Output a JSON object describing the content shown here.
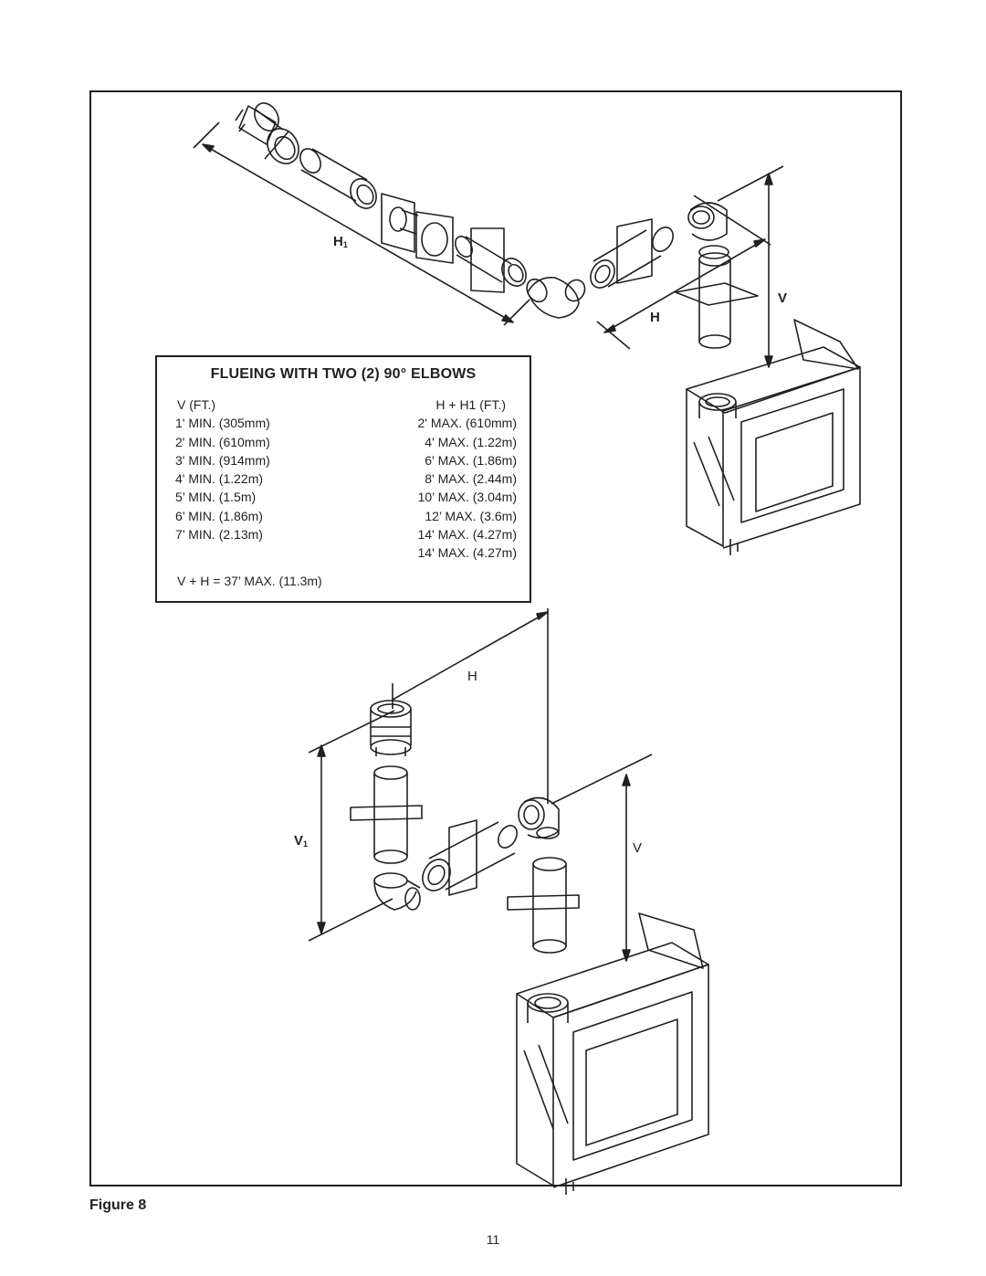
{
  "table": {
    "title": "FLUEING WITH TWO (2) 90° ELBOWS",
    "header_v": "V (FT.)",
    "header_h": "H + H1 (FT.)",
    "v_values": [
      "1' MIN. (305mm)",
      "2' MIN. (610mm)",
      "3' MIN. (914mm)",
      "4' MIN. (1.22m)",
      "5’ MIN. (1.5m)",
      "6’ MIN. (1.86m)",
      "7’ MIN. (2.13m)"
    ],
    "h_values": [
      "2' MAX. (610mm)",
      "4' MAX. (1.22m)",
      "6' MAX. (1.86m)",
      "8' MAX. (2.44m)",
      "10’ MAX. (3.04m)",
      "12’ MAX. (3.6m)",
      "14' MAX. (4.27m)",
      "14' MAX. (4.27m)"
    ],
    "footnote": "V + H = 37’ MAX. (11.3m)"
  },
  "top_diagram": {
    "label_h1": "H",
    "label_h1_sub": "1",
    "label_h": "H",
    "label_v": "V"
  },
  "bottom_diagram": {
    "label_h": "H",
    "label_v1": "V",
    "label_v1_sub": "1",
    "label_v": "V"
  },
  "figure_caption": "Figure 8",
  "page_number": "11"
}
